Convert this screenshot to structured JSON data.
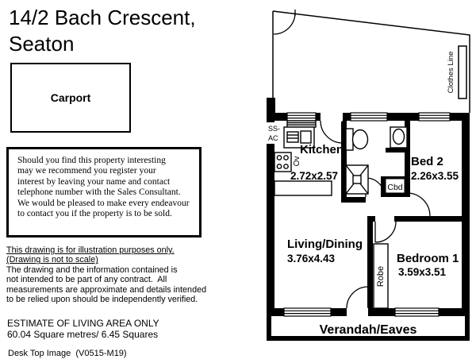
{
  "page": {
    "title_line1": "14/2 Bach Crescent,",
    "title_line2": "Seaton",
    "footer_code": "Desk Top Image  (V0515-M19)"
  },
  "carport": {
    "label": "Carport"
  },
  "notice_box": {
    "lines": [
      "Should you find this property interesting",
      "may we recommend you register your",
      "interest by leaving your name and contact",
      "telephone number with the Sales Consultant.",
      "We would be pleased to make every endeavour",
      "to contact you if the property is to be sold."
    ]
  },
  "disclaimer": {
    "underline1": "This drawing is for illustration purposes only.",
    "underline2": "(Drawing is not to scale)",
    "lines": [
      "The drawing and the information contained is",
      "not intended to be part of any contract.  All",
      "measurements are approximate and details intended",
      "to be relied upon should be independently verified."
    ]
  },
  "estimate": {
    "heading": "ESTIMATE OF LIVING AREA ONLY",
    "value": "60.04 Square metres/ 6.45 Squares"
  },
  "floorplan": {
    "rooms": [
      {
        "name": "Kitchen",
        "dims": "2.72x2.57"
      },
      {
        "name": "Bed 2",
        "dims": "2.26x3.55"
      },
      {
        "name": "Living/Dining",
        "dims": "3.76x4.43"
      },
      {
        "name": "Bedroom 1",
        "dims": "3.59x3.51"
      }
    ],
    "labels": {
      "clothes_line": "Clothes Line",
      "verandah": "Verandah/Eaves",
      "robe": "Robe",
      "cupboard": "Cbd",
      "oven": "Ov",
      "ss": "SS-",
      "ac": "AC"
    }
  },
  "colors": {
    "ink": "#000000",
    "paper": "#ffffff"
  }
}
